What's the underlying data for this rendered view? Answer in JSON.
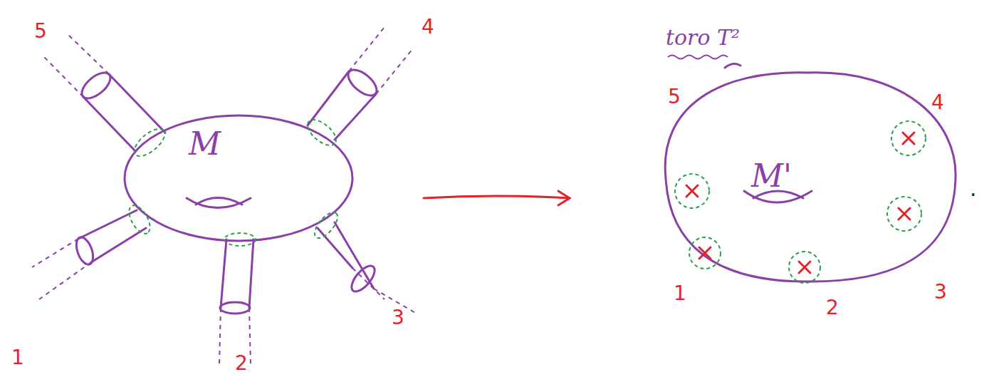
{
  "diagram": {
    "nodes": [
      {
        "text": [
          "M"
        ]
      },
      {
        "text": [
          "toro T²",
          "M'"
        ]
      }
    ],
    "edges": [
      {
        "from": 0,
        "to": 1,
        "arrow": "to"
      }
    ],
    "labels": [
      "5",
      "4",
      "1",
      "2",
      "3",
      "5",
      "4",
      "1",
      "2",
      "3",
      "."
    ]
  }
}
